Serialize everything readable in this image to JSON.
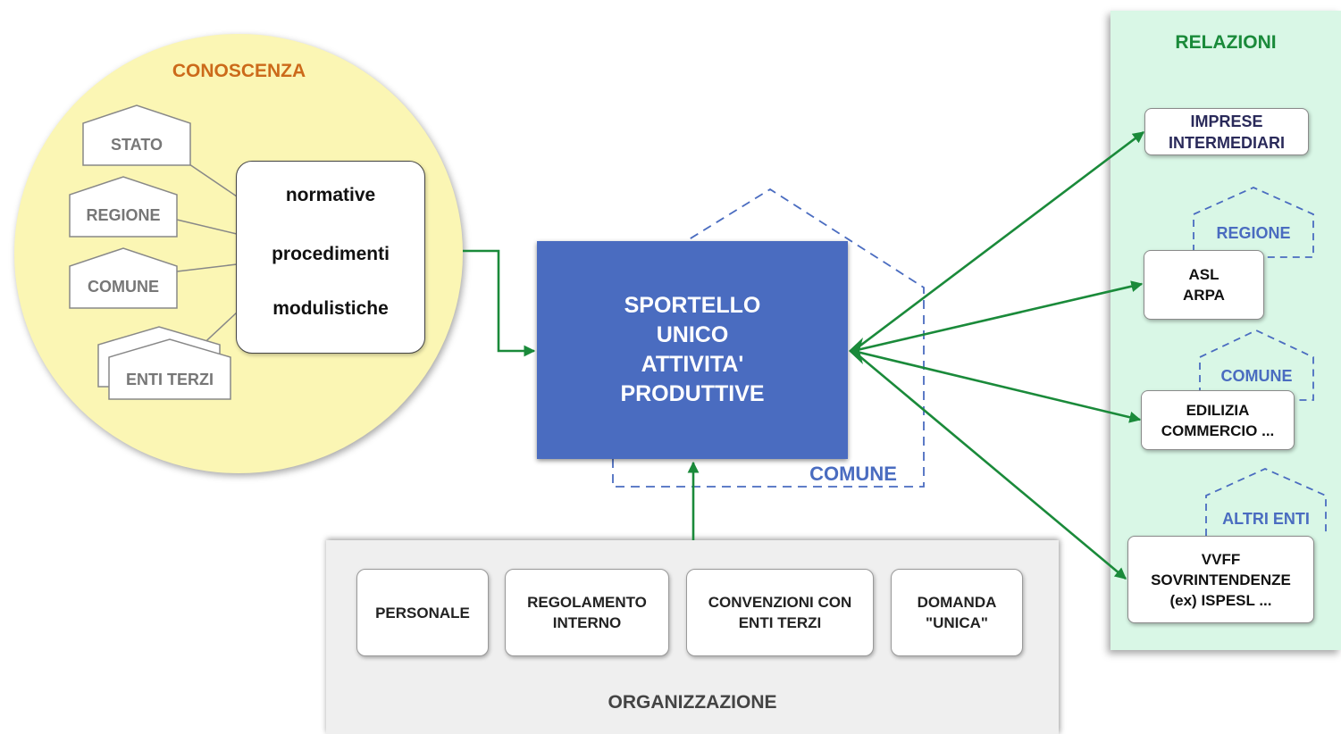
{
  "conoscenza": {
    "title": "CONOSCENZA",
    "sources": [
      "STATO",
      "REGIONE",
      "COMUNE",
      "ENTI TERZI"
    ],
    "process": [
      "normative",
      "procedimenti",
      "modulistiche"
    ]
  },
  "sportello": {
    "lines": [
      "SPORTELLO",
      "UNICO",
      "ATTIVITA'",
      "PRODUTTIVE"
    ],
    "house_label": "COMUNE"
  },
  "organizzazione": {
    "title": "ORGANIZZAZIONE",
    "boxes": [
      {
        "lines": [
          "PERSONALE"
        ]
      },
      {
        "lines": [
          "REGOLAMENTO",
          "INTERNO"
        ]
      },
      {
        "lines": [
          "CONVENZIONI CON",
          "ENTI TERZI"
        ]
      },
      {
        "lines": [
          "DOMANDA",
          "\"UNICA\""
        ]
      }
    ]
  },
  "relazioni": {
    "title": "RELAZIONI",
    "items": [
      {
        "house_label": "",
        "lines": [
          "IMPRESE",
          "INTERMEDIARI"
        ]
      },
      {
        "house_label": "REGIONE",
        "lines": [
          "ASL",
          "ARPA"
        ]
      },
      {
        "house_label": "COMUNE",
        "lines": [
          "EDILIZIA",
          "COMMERCIO ..."
        ]
      },
      {
        "house_label": "ALTRI ENTI",
        "lines": [
          "VVFF",
          "SOVRINTENDENZE",
          "(ex) ISPESL ..."
        ]
      }
    ]
  },
  "colors": {
    "arrow_green": "#1a8a3a",
    "sportello_blue": "#4a6cc0",
    "conoscenza_yellow": "#fbf6b4",
    "relazioni_green": "#d9f7e6",
    "conoscenza_title": "#cc6a1a"
  }
}
